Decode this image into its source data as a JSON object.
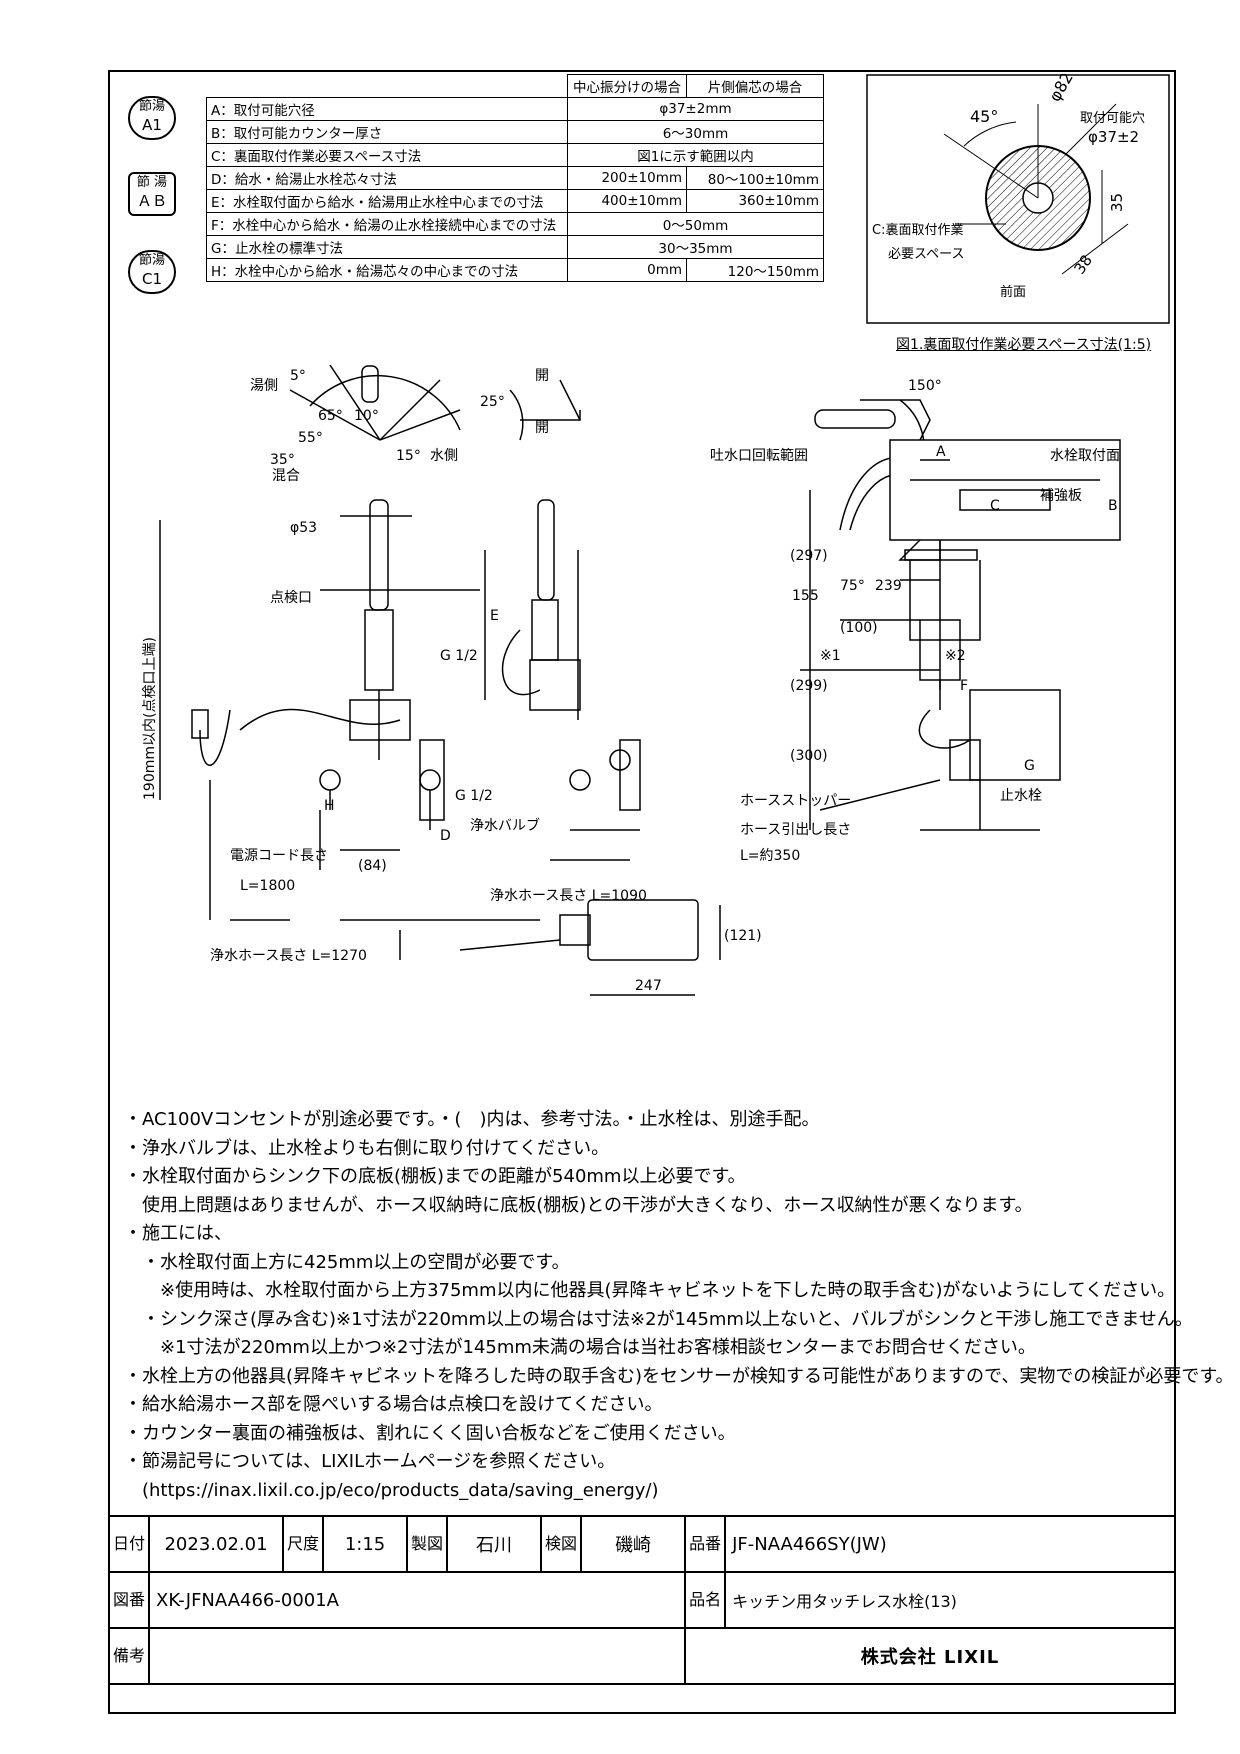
{
  "badges": [
    {
      "icon": "setsuyu-a1-badge",
      "line1": "節湯",
      "line2": "A1"
    },
    {
      "icon": "setsuyu-ab-badge",
      "line1": "節 湯",
      "line2": "ＡＢ"
    },
    {
      "icon": "setsuyu-c1-badge",
      "line1": "節湯",
      "line2": "C1"
    }
  ],
  "spec_table": {
    "headers": [
      "中心振分けの場合",
      "片側偏芯の場合"
    ],
    "rows": [
      {
        "label": "A：取付可能穴径",
        "span": "φ37±2mm"
      },
      {
        "label": "B：取付可能カウンター厚さ",
        "span": "6～30mm"
      },
      {
        "label": "C：裏面取付作業必要スペース寸法",
        "span": "図1に示す範囲以内"
      },
      {
        "label": "D：給水・給湯止水栓芯々寸法",
        "c1": "200±10mm",
        "c2": "80～100±10mm"
      },
      {
        "label": "E：水栓取付面から給水・給湯用止水栓中心までの寸法",
        "c1": "400±10mm",
        "c2": "360±10mm"
      },
      {
        "label": "F：水栓中心から給水・給湯の止水栓接続中心までの寸法",
        "span": "0～50mm"
      },
      {
        "label": "G：止水栓の標準寸法",
        "span": "30～35mm"
      },
      {
        "label": "H：水栓中心から給水・給湯芯々の中心までの寸法",
        "c1": "0mm",
        "c2": "120～150mm"
      }
    ]
  },
  "fig1": {
    "angle": "45°",
    "dia": "φ82",
    "hole_label": "取付可能穴",
    "hole": "φ37±2",
    "space_label_1": "C:裏面取付作業",
    "space_label_2": "必要スペース",
    "front": "前面",
    "dim_35": "35",
    "dim_38": "38",
    "caption": "図1.裏面取付作業必要スペース寸法(1:5)"
  },
  "drawing_labels": {
    "hot_side": "湯側",
    "water_side": "水側",
    "mixed": "混合",
    "a5": "5°",
    "a65": "65°",
    "a10": "10°",
    "a55": "55°",
    "a15": "15°",
    "a35": "35°",
    "open1": "開",
    "open2": "開",
    "a25": "25°",
    "a150": "150°",
    "spout_rotation": "吐水口回転範囲",
    "mount_surface": "水栓取付面",
    "reinforce": "補強板",
    "A": "A",
    "B": "B",
    "C": "C",
    "D": "D",
    "E": "E",
    "F": "F",
    "G": "G",
    "H": "H",
    "phi53": "φ53",
    "inspection": "点検口",
    "g12a": "G 1/2",
    "g12b": "G 1/2",
    "filter_valve": "浄水バルブ",
    "power_cord": "電源コード長さ",
    "power_len": "L=1800",
    "d84": "(84)",
    "filter_hose1": "浄水ホース長さ L=1090",
    "filter_hose2": "浄水ホース長さ L=1270",
    "w247": "247",
    "h121": "(121)",
    "vert190": "190mm以内(点検口上端)",
    "d297": "(297)",
    "d155": "155",
    "a75": "75°",
    "d239": "239",
    "d100": "(100)",
    "d299": "(299)",
    "star1": "※1",
    "star2": "※2",
    "d300": "(300)",
    "hose_stopper": "ホースストッパー",
    "hose_pull": "ホース引出し長さ",
    "hose_len": "L=約350",
    "stop_valve": "止水栓"
  },
  "notes": [
    "・AC100Vコンセントが別途必要です。・(　)内は、参考寸法。・止水栓は、別途手配。",
    "・浄水バルブは、止水栓よりも右側に取り付けてください。",
    "・水栓取付面からシンク下の底板(棚板)までの距離が540mm以上必要です。",
    "　使用上問題はありませんが、ホース収納時に底板(棚板)との干渉が大きくなり、ホース収納性が悪くなります。",
    "・施工には、",
    "　・水栓取付面上方に425mm以上の空間が必要です。",
    "　　※使用時は、水栓取付面から上方375mm以内に他器具(昇降キャビネットを下した時の取手含む)がないようにしてください。",
    "　・シンク深さ(厚み含む)※1寸法が220mm以上の場合は寸法※2が145mm以上ないと、バルブがシンクと干渉し施工できません。",
    "　　※1寸法が220mm以上かつ※2寸法が145mm未満の場合は当社お客様相談センターまでお問合せください。",
    "・水栓上方の他器具(昇降キャビネットを降ろした時の取手含む)をセンサーが検知する可能性がありますので、実物での検証が必要です。",
    "・給水給湯ホース部を隠ぺいする場合は点検口を設けてください。",
    "・カウンター裏面の補強板は、割れにくく固い合板などをご使用ください。",
    "・節湯記号については、LIXILホームページを参照ください。",
    "　(https://inax.lixil.co.jp/eco/products_data/saving_energy/)"
  ],
  "title_block": {
    "date_label": "日付",
    "date": "2023.02.01",
    "scale_label": "尺度",
    "scale": "1:15",
    "drawn_label": "製図",
    "drawn": "石川",
    "checked_label": "検図",
    "checked": "磯崎",
    "part_no_label": "品番",
    "part_no": "JF-NAA466SY(JW)",
    "drawing_no_label": "図番",
    "drawing_no": "XK-JFNAA466-0001A",
    "product_name_label": "品名",
    "product_name": "キッチン用タッチレス水栓(13)",
    "remarks_label": "備考",
    "company": "株式会社 LIXIL"
  }
}
